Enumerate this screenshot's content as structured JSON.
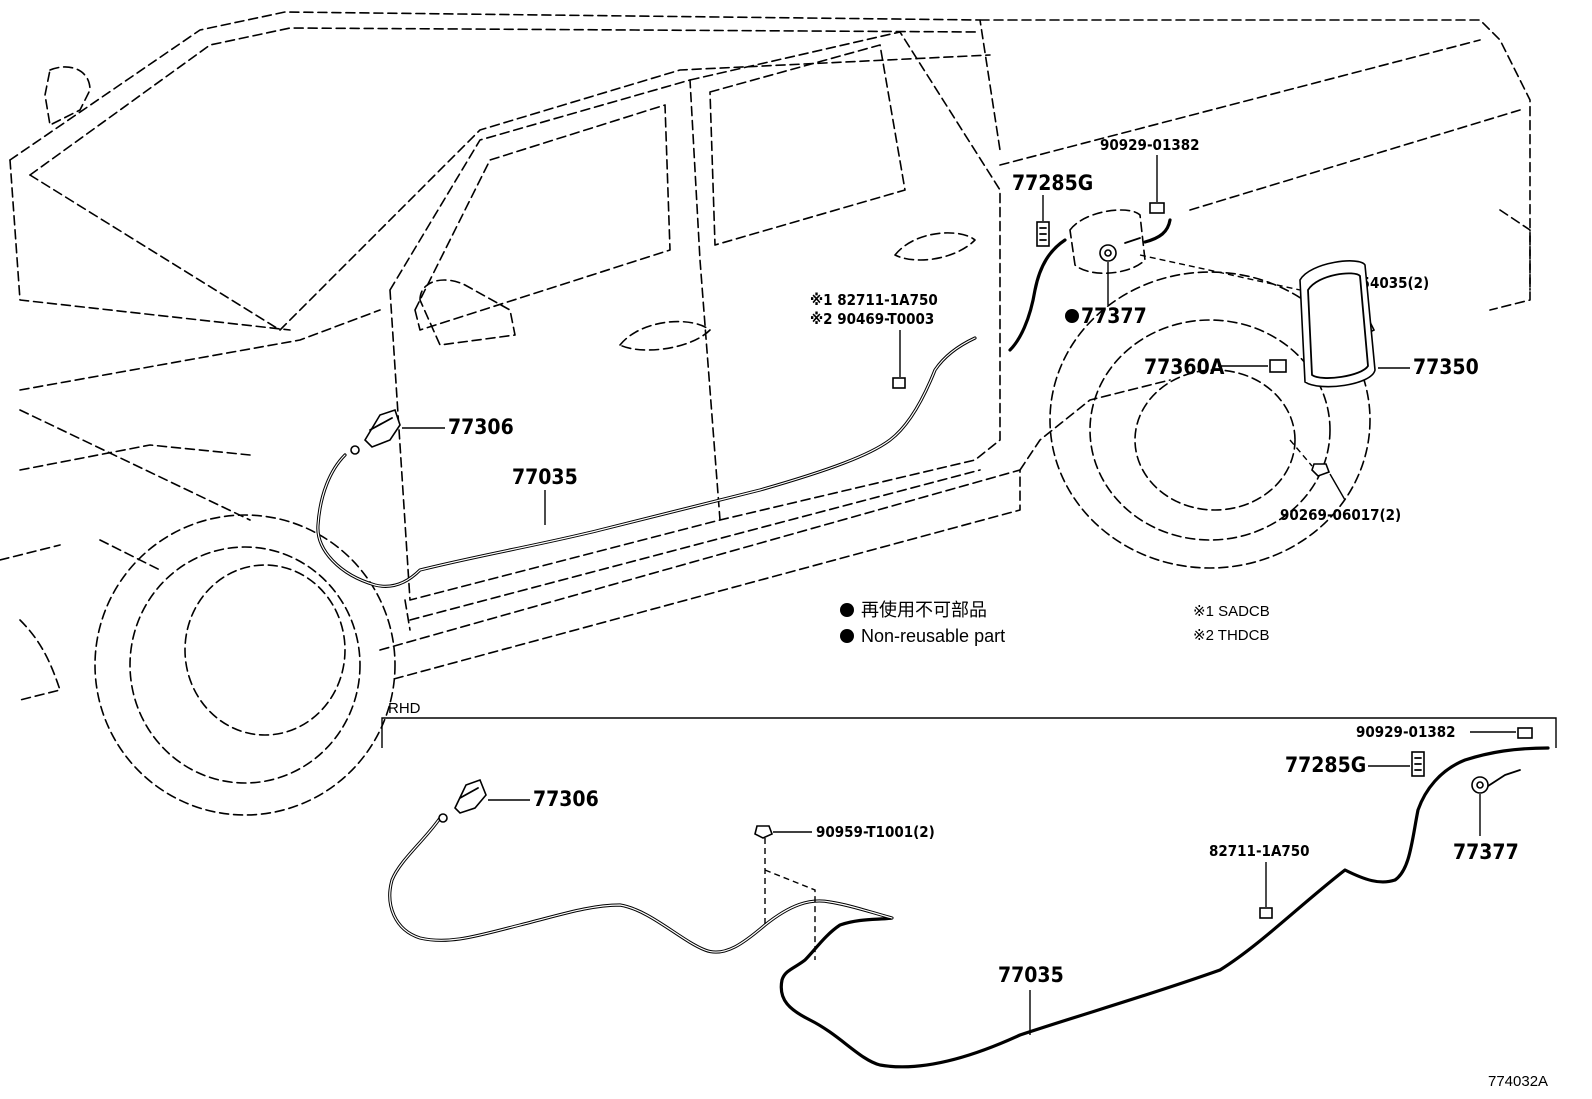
{
  "diagram": {
    "figure_id": "774032A",
    "rhd_label": "RHD",
    "legend": {
      "dot_japanese": "再使用不可部品",
      "dot_english": "Non-reusable part",
      "note1": "※1 SADCB",
      "note2": "※2 THDCB"
    },
    "upper_labels": {
      "clip_90929": "90929-01382",
      "p77285g": "77285G",
      "p77377": "77377",
      "note1_part": "※1 82711-1A750",
      "note2_part": "※2 90469-T0003",
      "p90080": "90080-54035(2)",
      "p77360a": "77360A",
      "p77350": "77350",
      "p77306": "77306",
      "p77035": "77035",
      "p90269": "90269-06017(2)"
    },
    "lower_labels": {
      "clip_90929": "90929-01382",
      "p77285g": "77285G",
      "p77306": "77306",
      "p90959": "90959-T1001(2)",
      "p82711": "82711-1A750",
      "p77377": "77377",
      "p77035": "77035"
    }
  }
}
